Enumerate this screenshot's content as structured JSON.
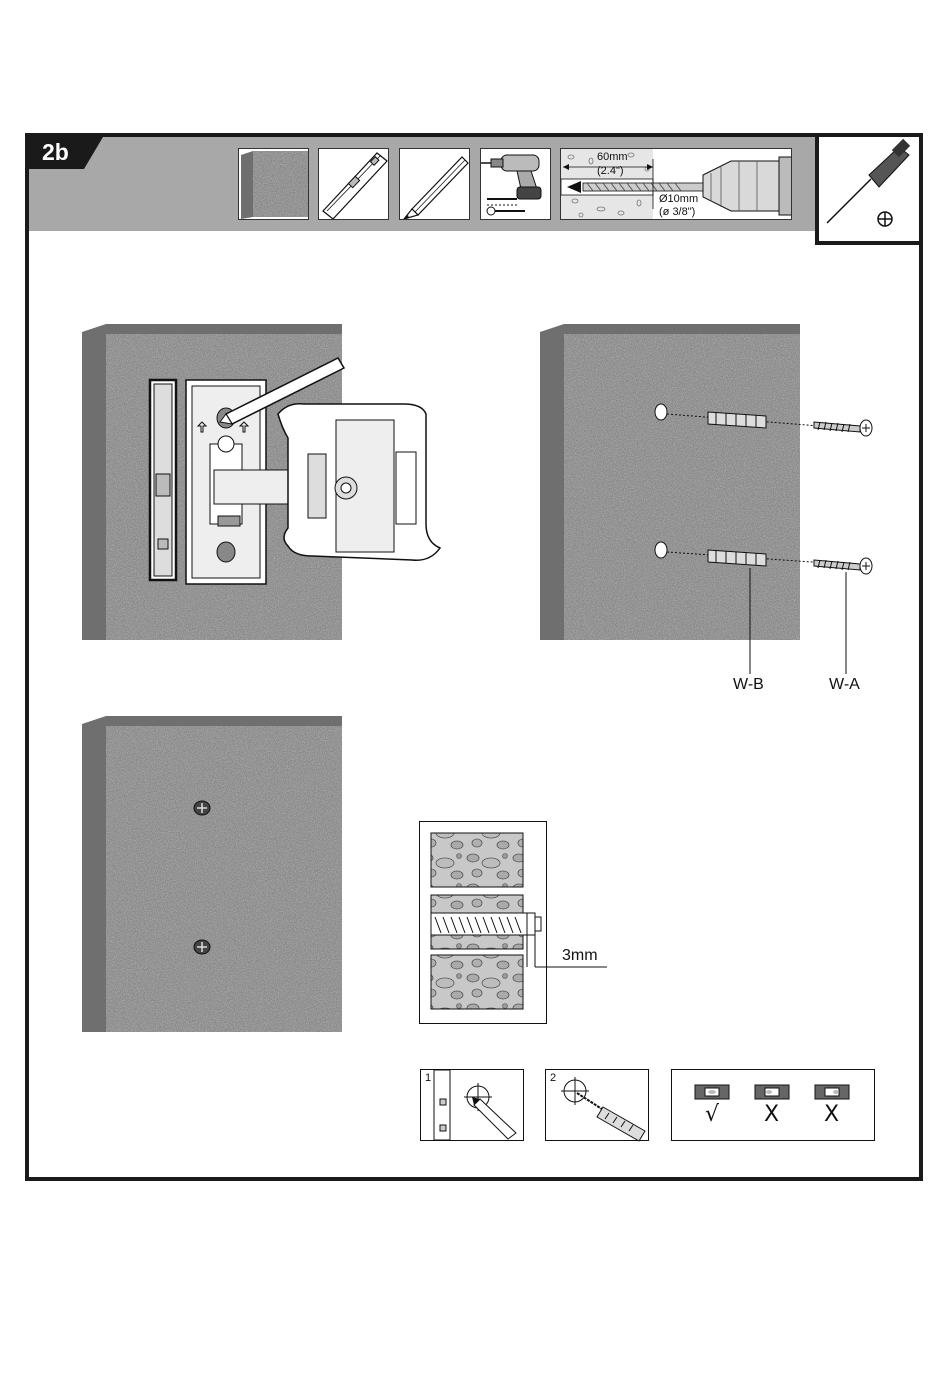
{
  "step": {
    "number": "2b"
  },
  "drill_spec": {
    "depth_mm": "60mm",
    "depth_in": "(2.4\")",
    "diameter_mm": "Ø10mm",
    "diameter_in": "(ø 3/8\")"
  },
  "parts": {
    "anchor": "W-B",
    "screw": "W-A"
  },
  "gap": {
    "label": "3mm"
  },
  "small_steps": {
    "first": "1",
    "second": "2"
  },
  "level_check": {
    "correct": "√",
    "wrong_1": "X",
    "wrong_2": "X"
  },
  "colors": {
    "header": "#a8a8a8",
    "frame": "#1a1a1a",
    "wall": "#8c8c8c",
    "wall_side": "#6f6f6f"
  },
  "icons": [
    "wall-icon",
    "spirit-level-icon",
    "pencil-icon",
    "power-drill-icon",
    "drill-depth-icon",
    "phillips-screwdriver-icon"
  ]
}
